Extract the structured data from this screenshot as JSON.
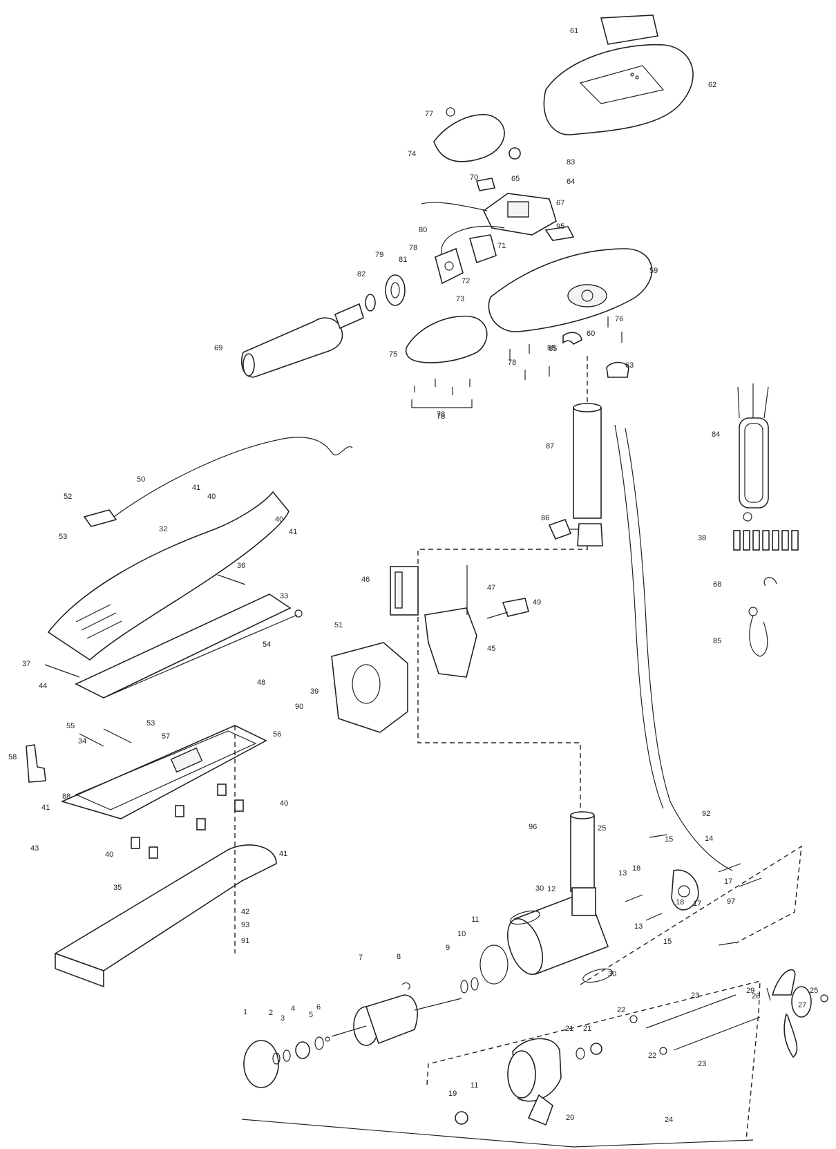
{
  "callouts": [
    "61",
    "62",
    "77",
    "74",
    "83",
    "70",
    "65",
    "64",
    "67",
    "95",
    "80",
    "78",
    "71",
    "79",
    "81",
    "82",
    "72",
    "73",
    "59",
    "76",
    "60",
    "65",
    "69",
    "75",
    "78",
    "55",
    "63",
    "78",
    "50",
    "41",
    "40",
    "52",
    "53",
    "32",
    "40",
    "41",
    "87",
    "86",
    "84",
    "36",
    "33",
    "46",
    "47",
    "49",
    "51",
    "45",
    "54",
    "37",
    "44",
    "39",
    "48",
    "90",
    "53",
    "55",
    "57",
    "56",
    "34",
    "58",
    "38",
    "68",
    "85",
    "88",
    "41",
    "40",
    "43",
    "40",
    "41",
    "35",
    "42",
    "93",
    "91",
    "92",
    "96",
    "25",
    "15",
    "14",
    "18",
    "17",
    "13",
    "18",
    "17",
    "13",
    "15",
    "97",
    "30",
    "12",
    "11",
    "10",
    "9",
    "8",
    "30",
    "7",
    "26",
    "29",
    "25",
    "27",
    "23",
    "22",
    "2",
    "3",
    "4",
    "5",
    "6",
    "1",
    "21",
    "21",
    "22",
    "23",
    "19",
    "11",
    "20",
    "24"
  ],
  "bracket_labels": [
    "78"
  ]
}
